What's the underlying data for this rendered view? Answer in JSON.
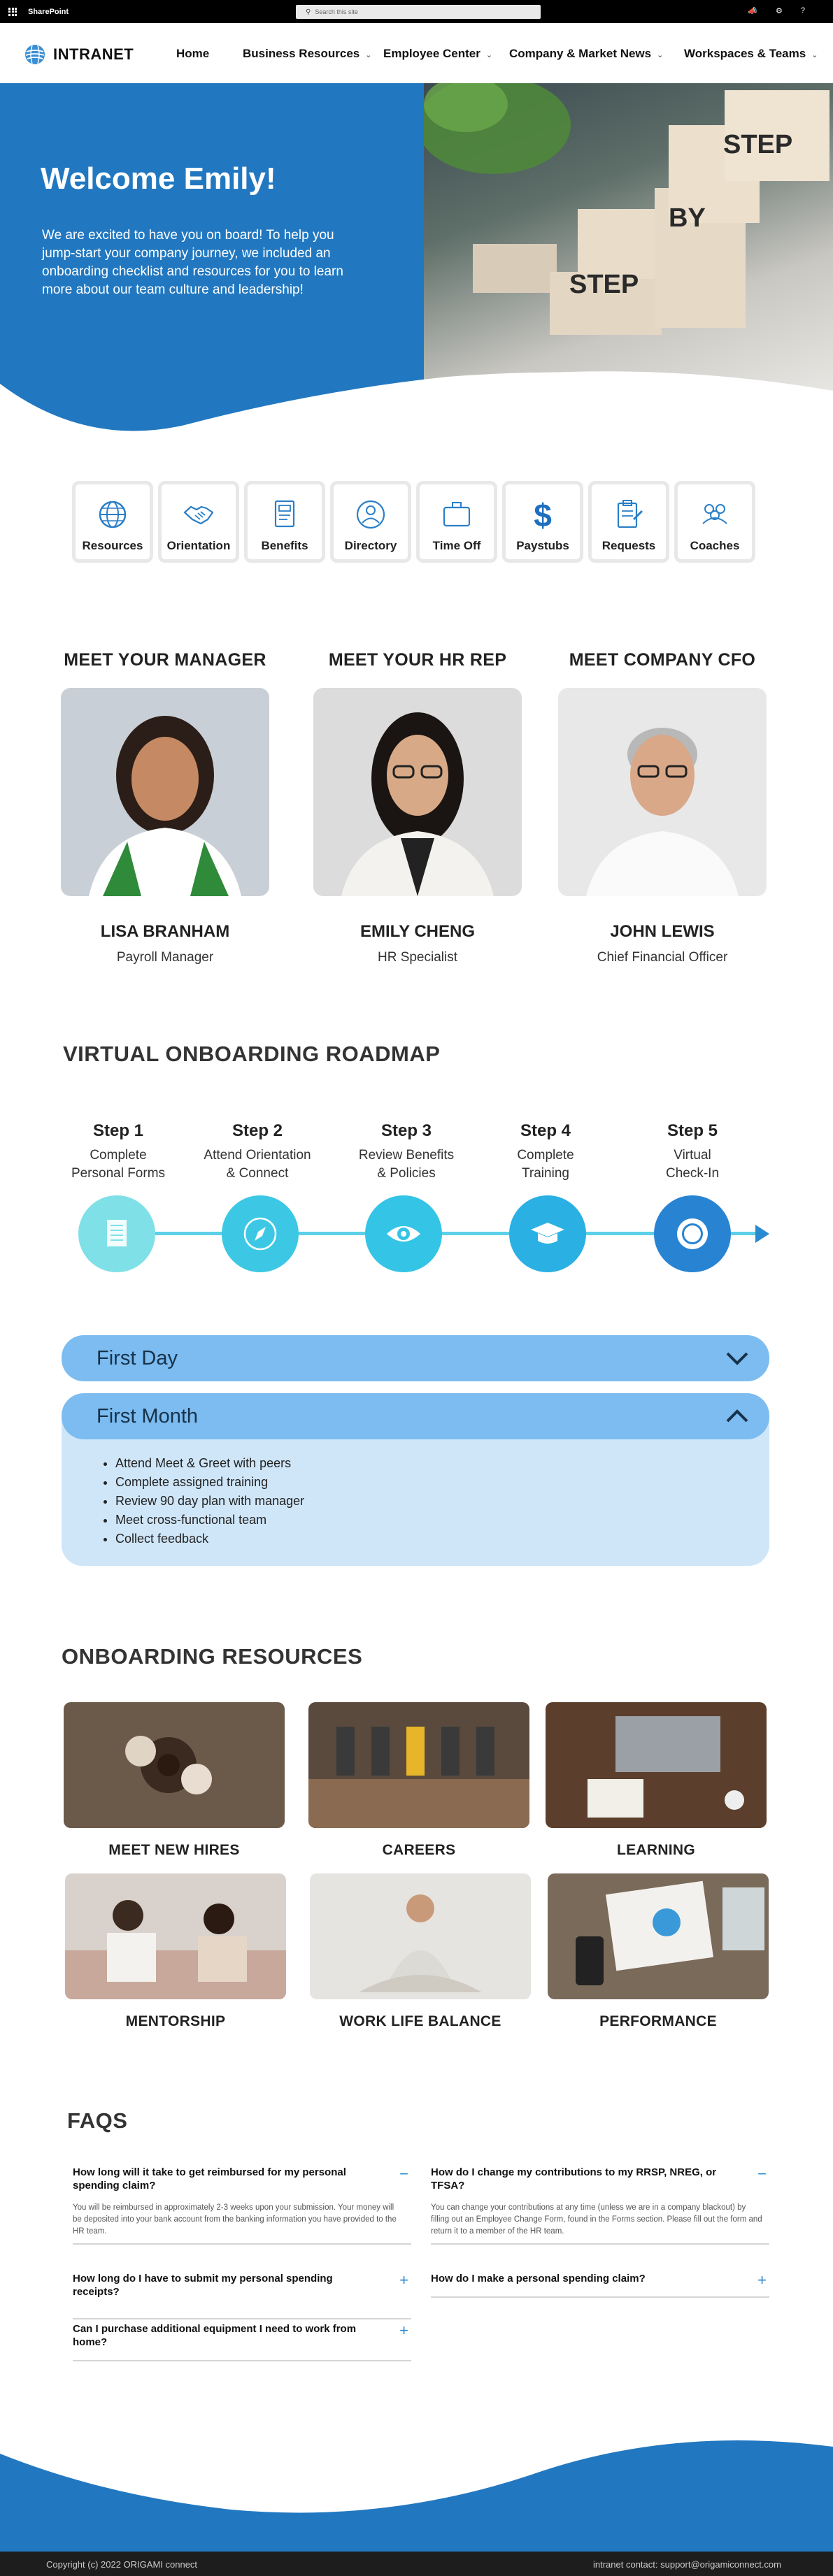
{
  "suite": {
    "app": "SharePoint",
    "search_placeholder": "Search this site"
  },
  "brand": {
    "name": "INTRANET"
  },
  "nav": [
    {
      "label": "Home",
      "dropdown": false
    },
    {
      "label": "Business Resources",
      "dropdown": true
    },
    {
      "label": "Employee Center",
      "dropdown": true
    },
    {
      "label": "Company & Market News",
      "dropdown": true
    },
    {
      "label": "Workspaces & Teams",
      "dropdown": true
    }
  ],
  "hero": {
    "title": "Welcome Emily!",
    "text": "We are excited to have you on board! To help you jump-start your company journey, we included an onboarding checklist and resources for you to learn more about our team culture and leadership!",
    "photo_words": [
      "STEP",
      "BY",
      "STEP"
    ]
  },
  "tiles": [
    {
      "label": "Resources",
      "icon": "globe-icon"
    },
    {
      "label": "Orientation",
      "icon": "handshake-icon"
    },
    {
      "label": "Benefits",
      "icon": "benefits-doc-icon"
    },
    {
      "label": "Directory",
      "icon": "person-icon"
    },
    {
      "label": "Time Off",
      "icon": "suitcase-icon"
    },
    {
      "label": "Paystubs",
      "icon": "dollar-icon"
    },
    {
      "label": "Requests",
      "icon": "clipboard-icon"
    },
    {
      "label": "Coaches",
      "icon": "people-icon"
    }
  ],
  "meet": [
    {
      "heading": "MEET YOUR MANAGER",
      "name": "LISA BRANHAM",
      "role": "Payroll Manager"
    },
    {
      "heading": "MEET YOUR HR REP",
      "name": "EMILY CHENG",
      "role": "HR Specialist"
    },
    {
      "heading": "MEET COMPANY CFO",
      "name": "JOHN LEWIS",
      "role": "Chief Financial Officer"
    }
  ],
  "roadmap": {
    "title": "VIRTUAL ONBOARDING ROADMAP",
    "steps": [
      {
        "step": "Step 1",
        "line1": "Complete",
        "line2": "Personal Forms",
        "color": "#7fe0e8"
      },
      {
        "step": "Step 2",
        "line1": "Attend Orientation",
        "line2": "& Connect",
        "color": "#3cc8e4"
      },
      {
        "step": "Step 3",
        "line1": "Review Benefits",
        "line2": "& Policies",
        "color": "#34c4e6"
      },
      {
        "step": "Step 4",
        "line1": "Complete",
        "line2": "Training",
        "color": "#2ab0e2"
      },
      {
        "step": "Step 5",
        "line1": "Virtual",
        "line2": "Check-In",
        "color": "#2884d2"
      }
    ]
  },
  "accordion": {
    "first_day": "First Day",
    "first_month": "First Month",
    "items": [
      "Attend Meet & Greet with peers",
      "Complete assigned training",
      "Review 90 day plan with manager",
      "Meet cross-functional team",
      "Collect feedback"
    ]
  },
  "resources": {
    "title": "ONBOARDING RESOURCES",
    "cards": [
      {
        "label": "MEET NEW HIRES"
      },
      {
        "label": "CAREERS"
      },
      {
        "label": "LEARNING"
      },
      {
        "label": "MENTORSHIP"
      },
      {
        "label": "WORK LIFE BALANCE"
      },
      {
        "label": "PERFORMANCE"
      }
    ]
  },
  "faqs": {
    "title": "FAQS",
    "items": [
      {
        "q": "How long will it take to get reimbursed for my personal spending claim?",
        "toggle": "−",
        "a": "You will be reimbursed in approximately 2-3 weeks upon your submission. Your money will be deposited into your bank account from the banking information you have provided to the HR team."
      },
      {
        "q": "How long do I have to submit my personal spending receipts?",
        "toggle": "+",
        "a": ""
      },
      {
        "q": "Can I purchase additional equipment I need to work from home?",
        "toggle": "+",
        "a": ""
      },
      {
        "q": "How do I change my contributions to my RRSP, NREG, or TFSA?",
        "toggle": "−",
        "a": "You can change your contributions at any time (unless we are in a company blackout) by filling out an Employee Change Form, found in the Forms section. Please fill out the form and return it to a member of the HR team."
      },
      {
        "q": "How do I make a personal spending claim?",
        "toggle": "+",
        "a": ""
      }
    ]
  },
  "footer": {
    "left": "Copyright (c) 2022 ORIGAMI connect",
    "right": "intranet contact: support@origamiconnect.com"
  },
  "colors": {
    "primary": "#2278c0",
    "accordion": "#7cbcf0",
    "accordion_body": "#cfe6f8",
    "footer": "#1d1d1d"
  }
}
